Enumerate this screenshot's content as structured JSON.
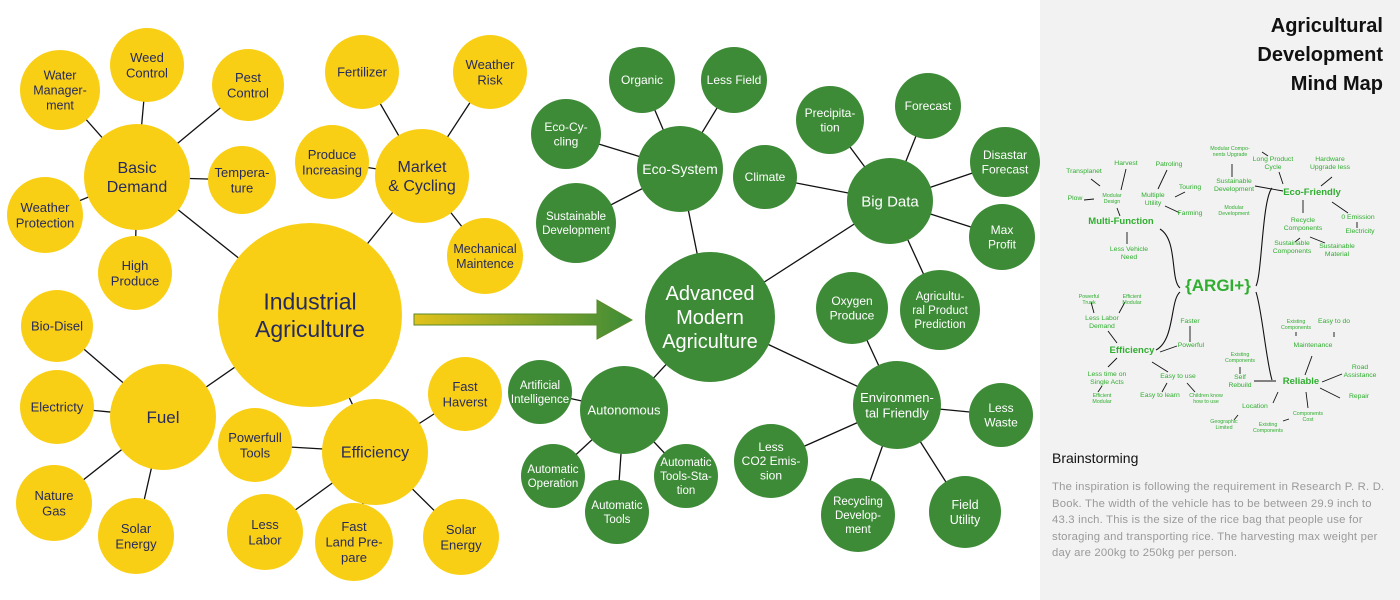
{
  "colors": {
    "yellow": "#f9cf16",
    "green": "#3d8b37",
    "mind_map_text": "#2fae2f"
  },
  "yellow_nodes": [
    {
      "id": "industrial",
      "lines": [
        "Industrial",
        "Agriculture"
      ]
    },
    {
      "id": "basic",
      "lines": [
        "Basic",
        "Demand"
      ]
    },
    {
      "id": "weed",
      "lines": [
        "Weed",
        "Control"
      ]
    },
    {
      "id": "water",
      "lines": [
        "Water",
        "Manager-",
        "ment"
      ]
    },
    {
      "id": "pest",
      "lines": [
        "Pest",
        "Control"
      ]
    },
    {
      "id": "temp",
      "lines": [
        "Tempera-",
        "ture"
      ]
    },
    {
      "id": "weatherprot",
      "lines": [
        "Weather",
        "Protection"
      ]
    },
    {
      "id": "high",
      "lines": [
        "High",
        "Produce"
      ]
    },
    {
      "id": "market",
      "lines": [
        "Market",
        "& Cycling"
      ]
    },
    {
      "id": "fert",
      "lines": [
        "Fertilizer"
      ]
    },
    {
      "id": "risk",
      "lines": [
        "Weather",
        "Risk"
      ]
    },
    {
      "id": "produce",
      "lines": [
        "Produce",
        "Increasing"
      ]
    },
    {
      "id": "mech",
      "lines": [
        "Mechanical",
        "Maintence"
      ]
    },
    {
      "id": "fuel",
      "lines": [
        "Fuel"
      ]
    },
    {
      "id": "bio",
      "lines": [
        "Bio-Disel"
      ]
    },
    {
      "id": "elec",
      "lines": [
        "Electricty"
      ]
    },
    {
      "id": "gas",
      "lines": [
        "Nature",
        "Gas"
      ]
    },
    {
      "id": "solar1",
      "lines": [
        "Solar",
        "Energy"
      ]
    },
    {
      "id": "eff",
      "lines": [
        "Efficiency"
      ]
    },
    {
      "id": "fast",
      "lines": [
        "Fast",
        "Haverst"
      ]
    },
    {
      "id": "tools",
      "lines": [
        "Powerfull",
        "Tools"
      ]
    },
    {
      "id": "labor",
      "lines": [
        "Less",
        "Labor"
      ]
    },
    {
      "id": "land",
      "lines": [
        "Fast",
        "Land Pre-",
        "pare"
      ]
    },
    {
      "id": "solar2",
      "lines": [
        "Solar",
        "Energy"
      ]
    }
  ],
  "green_nodes": [
    {
      "id": "adv",
      "lines": [
        "Advanced",
        "Modern",
        "Agriculture"
      ]
    },
    {
      "id": "eco",
      "lines": [
        "Eco-System"
      ]
    },
    {
      "id": "organic",
      "lines": [
        "Organic"
      ]
    },
    {
      "id": "lessfield",
      "lines": [
        "Less Field"
      ]
    },
    {
      "id": "ecocyc",
      "lines": [
        "Eco-Cy-",
        "cling"
      ]
    },
    {
      "id": "sustdev",
      "lines": [
        "Sustainable",
        "Development"
      ]
    },
    {
      "id": "big",
      "lines": [
        "Big Data"
      ]
    },
    {
      "id": "precip",
      "lines": [
        "Precipita-",
        "tion"
      ]
    },
    {
      "id": "forecast",
      "lines": [
        "Forecast"
      ]
    },
    {
      "id": "climate",
      "lines": [
        "Climate"
      ]
    },
    {
      "id": "disaster",
      "lines": [
        "Disastar",
        "Forecast"
      ]
    },
    {
      "id": "profit",
      "lines": [
        "Max",
        "Profit"
      ]
    },
    {
      "id": "agpred",
      "lines": [
        "Agricultu-",
        "ral Product",
        "Prediction"
      ]
    },
    {
      "id": "oxygen",
      "lines": [
        "Oxygen",
        "Produce"
      ]
    },
    {
      "id": "env",
      "lines": [
        "Environmen-",
        "tal Friendly"
      ]
    },
    {
      "id": "waste",
      "lines": [
        "Less",
        "Waste"
      ]
    },
    {
      "id": "co2",
      "lines": [
        "Less",
        "CO2 Emis-",
        "sion"
      ]
    },
    {
      "id": "recyc",
      "lines": [
        "Recycling",
        "Develop-",
        "ment"
      ]
    },
    {
      "id": "fieldu",
      "lines": [
        "Field",
        "Utility"
      ]
    },
    {
      "id": "auto",
      "lines": [
        "Autonomous"
      ]
    },
    {
      "id": "ai",
      "lines": [
        "Artificial",
        "Intelligence"
      ]
    },
    {
      "id": "autoop",
      "lines": [
        "Automatic",
        "Operation"
      ]
    },
    {
      "id": "autotools",
      "lines": [
        "Automatic",
        "Tools"
      ]
    },
    {
      "id": "autostation",
      "lines": [
        "Automatic",
        "Tools-Sta-",
        "tion"
      ]
    }
  ],
  "side_panel": {
    "title": [
      "Agricultural",
      "Development",
      "Mind Map"
    ],
    "mind_map": {
      "center": "{ARGI+}",
      "labels": [
        {
          "id": "mcu",
          "lines": [
            "Modular Compo-",
            "nents Upgrade"
          ]
        },
        {
          "id": "lpc",
          "lines": [
            "Long Product",
            "Cycle"
          ]
        },
        {
          "id": "hul",
          "lines": [
            "Hardware",
            "Upgrade less"
          ]
        },
        {
          "id": "trans",
          "lines": [
            "Transplanet"
          ]
        },
        {
          "id": "harv",
          "lines": [
            "Harvest"
          ]
        },
        {
          "id": "patr",
          "lines": [
            "Patroling"
          ]
        },
        {
          "id": "tour",
          "lines": [
            "Touring"
          ]
        },
        {
          "id": "plow",
          "lines": [
            "Plow"
          ]
        },
        {
          "id": "mdes",
          "lines": [
            "Modular",
            "Design"
          ]
        },
        {
          "id": "mutil",
          "lines": [
            "Multiple",
            "Utility"
          ]
        },
        {
          "id": "farm",
          "lines": [
            "Farming"
          ]
        },
        {
          "id": "sdev",
          "lines": [
            "Sustainable",
            "Development"
          ]
        },
        {
          "id": "mdev",
          "lines": [
            "Modular",
            "Development"
          ]
        },
        {
          "id": "ecof",
          "lines": [
            "Eco-Friendly"
          ],
          "bold": true
        },
        {
          "id": "multif",
          "lines": [
            "Multi-Function"
          ],
          "bold": true
        },
        {
          "id": "rcomp",
          "lines": [
            "Recycle",
            "Components"
          ]
        },
        {
          "id": "zero",
          "lines": [
            "0 Emission"
          ]
        },
        {
          "id": "elect",
          "lines": [
            "Electricity"
          ]
        },
        {
          "id": "scomp",
          "lines": [
            "Sustainable",
            "Components"
          ]
        },
        {
          "id": "smat",
          "lines": [
            "Sustainable",
            "Material"
          ]
        },
        {
          "id": "lvn",
          "lines": [
            "Less Vehicle",
            "Need"
          ]
        },
        {
          "id": "ptrunk",
          "lines": [
            "Powerful",
            "Trunk"
          ]
        },
        {
          "id": "emod1",
          "lines": [
            "Efficient",
            "Modular"
          ]
        },
        {
          "id": "lld",
          "lines": [
            "Less Labor",
            "Demand"
          ]
        },
        {
          "id": "faster",
          "lines": [
            "Faster"
          ]
        },
        {
          "id": "effic",
          "lines": [
            "Efficiency"
          ],
          "bold": true
        },
        {
          "id": "powerful",
          "lines": [
            "Powerful"
          ]
        },
        {
          "id": "exc1",
          "lines": [
            "Existing",
            "Components"
          ]
        },
        {
          "id": "easydo",
          "lines": [
            "Easy to do"
          ]
        },
        {
          "id": "maint",
          "lines": [
            "Maintenance"
          ]
        },
        {
          "id": "exc2",
          "lines": [
            "Existing",
            "Components"
          ]
        },
        {
          "id": "road",
          "lines": [
            "Road",
            "Assistance"
          ]
        },
        {
          "id": "ltsa",
          "lines": [
            "Less time on",
            "Single Acts"
          ]
        },
        {
          "id": "easyuse",
          "lines": [
            "Easy to use"
          ]
        },
        {
          "id": "selfr",
          "lines": [
            "Self",
            "Rebuild"
          ]
        },
        {
          "id": "reli",
          "lines": [
            "Reliable"
          ],
          "bold": true
        },
        {
          "id": "repair",
          "lines": [
            "Repair"
          ]
        },
        {
          "id": "emod2",
          "lines": [
            "Efficient",
            "Modular"
          ]
        },
        {
          "id": "easylearn",
          "lines": [
            "Easy to learn"
          ]
        },
        {
          "id": "child",
          "lines": [
            "Children know",
            "how to use"
          ]
        },
        {
          "id": "loc",
          "lines": [
            "Location"
          ]
        },
        {
          "id": "ccost",
          "lines": [
            "Components",
            "Cost"
          ]
        },
        {
          "id": "geo",
          "lines": [
            "Geographic",
            "Limited"
          ]
        },
        {
          "id": "exc3",
          "lines": [
            "Existing",
            "Components"
          ]
        }
      ]
    },
    "heading": "Brainstorming",
    "paragraph": "The inspiration is following the requirement in Research P. R. D. Book. The width of the vehicle has to be between 29.9 inch to 43.3 inch. This is the size of the rice bag that people use for storaging and transporting rice. The harvesting max weight per day are 200kg to 250kg per person."
  }
}
